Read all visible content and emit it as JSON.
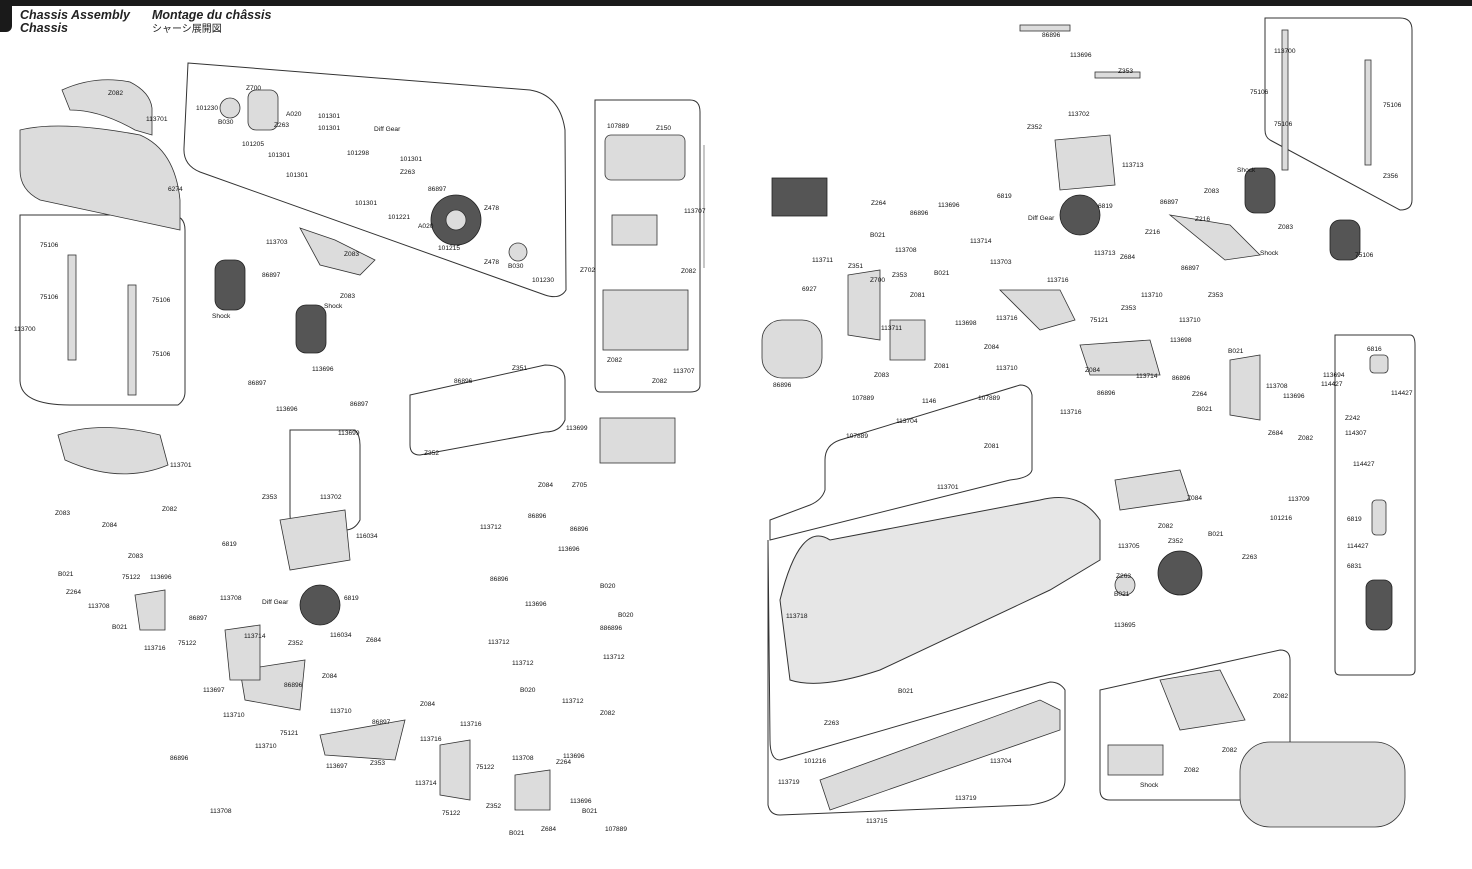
{
  "header": {
    "title_en": "Chassis Assembly",
    "title_en2": "Chassis",
    "title_fr": "Montage du châssis",
    "title_jp": "シャーシ展開図"
  },
  "labels": [
    {
      "id": "l1",
      "text": "Z082"
    },
    {
      "id": "l2",
      "text": "113701"
    },
    {
      "id": "l3",
      "text": "6274"
    },
    {
      "id": "l4",
      "text": "75106"
    },
    {
      "id": "l5",
      "text": "75106"
    },
    {
      "id": "l6",
      "text": "75106"
    },
    {
      "id": "l7",
      "text": "75106"
    },
    {
      "id": "l8",
      "text": "113700"
    },
    {
      "id": "l9",
      "text": "113701"
    },
    {
      "id": "l10",
      "text": "Z083"
    },
    {
      "id": "l11",
      "text": "Z082"
    },
    {
      "id": "l12",
      "text": "Z084"
    },
    {
      "id": "l13",
      "text": "Z083"
    },
    {
      "id": "l14",
      "text": "101230"
    },
    {
      "id": "l15",
      "text": "B030"
    },
    {
      "id": "l16",
      "text": "Z700"
    },
    {
      "id": "l17",
      "text": "101205"
    },
    {
      "id": "l18",
      "text": "A020"
    },
    {
      "id": "l19",
      "text": "Z263"
    },
    {
      "id": "l20",
      "text": "101301"
    },
    {
      "id": "l21",
      "text": "101301"
    },
    {
      "id": "l22",
      "text": "Diff Gear"
    },
    {
      "id": "l23",
      "text": "101298"
    },
    {
      "id": "l24",
      "text": "101301"
    },
    {
      "id": "l25",
      "text": "101301"
    },
    {
      "id": "l26",
      "text": "Z263"
    },
    {
      "id": "l27",
      "text": "101301"
    },
    {
      "id": "l28",
      "text": "101221"
    },
    {
      "id": "l29",
      "text": "A020"
    },
    {
      "id": "l30",
      "text": "101215"
    },
    {
      "id": "l31",
      "text": "Z478"
    },
    {
      "id": "l32",
      "text": "Z478"
    },
    {
      "id": "l33",
      "text": "B030"
    },
    {
      "id": "l34",
      "text": "101230"
    },
    {
      "id": "l35",
      "text": "101301"
    },
    {
      "id": "l36",
      "text": "86897"
    },
    {
      "id": "l37",
      "text": "113703"
    },
    {
      "id": "l38",
      "text": "Z083"
    },
    {
      "id": "l39",
      "text": "86897"
    },
    {
      "id": "l40",
      "text": "Z083"
    },
    {
      "id": "l41",
      "text": "Shock"
    },
    {
      "id": "l42",
      "text": "Shock"
    },
    {
      "id": "l43",
      "text": "113696"
    },
    {
      "id": "l44",
      "text": "86897"
    },
    {
      "id": "l45",
      "text": "113696"
    },
    {
      "id": "l46",
      "text": "86897"
    },
    {
      "id": "l47",
      "text": "113699"
    },
    {
      "id": "l48",
      "text": "86896"
    },
    {
      "id": "l49",
      "text": "Z351"
    },
    {
      "id": "l50",
      "text": "Z352"
    },
    {
      "id": "l51",
      "text": "Z353"
    },
    {
      "id": "l52",
      "text": "113702"
    },
    {
      "id": "l53",
      "text": "116034"
    },
    {
      "id": "l54",
      "text": "6819"
    },
    {
      "id": "l55",
      "text": "Diff Gear"
    },
    {
      "id": "l56",
      "text": "6819"
    },
    {
      "id": "l57",
      "text": "116034"
    },
    {
      "id": "l58",
      "text": "Z684"
    },
    {
      "id": "l59",
      "text": "B021"
    },
    {
      "id": "l60",
      "text": "75122"
    },
    {
      "id": "l61",
      "text": "113696"
    },
    {
      "id": "l62",
      "text": "Z264"
    },
    {
      "id": "l63",
      "text": "113708"
    },
    {
      "id": "l64",
      "text": "B021"
    },
    {
      "id": "l65",
      "text": "86897"
    },
    {
      "id": "l66",
      "text": "113708"
    },
    {
      "id": "l67",
      "text": "113714"
    },
    {
      "id": "l68",
      "text": "75122"
    },
    {
      "id": "l69",
      "text": "113716"
    },
    {
      "id": "l70",
      "text": "Z352"
    },
    {
      "id": "l71",
      "text": "113697"
    },
    {
      "id": "l72",
      "text": "86896"
    },
    {
      "id": "l73",
      "text": "113710"
    },
    {
      "id": "l74",
      "text": "Z084"
    },
    {
      "id": "l75",
      "text": "113710"
    },
    {
      "id": "l76",
      "text": "Z084"
    },
    {
      "id": "l77",
      "text": "86897"
    },
    {
      "id": "l78",
      "text": "113716"
    },
    {
      "id": "l79",
      "text": "113716"
    },
    {
      "id": "l80",
      "text": "75121"
    },
    {
      "id": "l81",
      "text": "113710"
    },
    {
      "id": "l82",
      "text": "86896"
    },
    {
      "id": "l83",
      "text": "113697"
    },
    {
      "id": "l84",
      "text": "Z353"
    },
    {
      "id": "l85",
      "text": "113708"
    },
    {
      "id": "l86",
      "text": "113714"
    },
    {
      "id": "l87",
      "text": "75122"
    },
    {
      "id": "l88",
      "text": "113708"
    },
    {
      "id": "l89",
      "text": "Z264"
    },
    {
      "id": "l90",
      "text": "113696"
    },
    {
      "id": "l91",
      "text": "B021"
    },
    {
      "id": "l92",
      "text": "Z352"
    },
    {
      "id": "l93",
      "text": "75122"
    },
    {
      "id": "l94",
      "text": "B021"
    },
    {
      "id": "l95",
      "text": "Z684"
    },
    {
      "id": "l96",
      "text": "107889"
    },
    {
      "id": "l97",
      "text": "107889"
    },
    {
      "id": "l98",
      "text": "Z150"
    },
    {
      "id": "l99",
      "text": "113707"
    },
    {
      "id": "l100",
      "text": "Z702"
    },
    {
      "id": "l101",
      "text": "Z082"
    },
    {
      "id": "l102",
      "text": "Z082"
    },
    {
      "id": "l103",
      "text": "Z082"
    },
    {
      "id": "l104",
      "text": "113707"
    },
    {
      "id": "l105",
      "text": "113699"
    },
    {
      "id": "l106",
      "text": "Z084"
    },
    {
      "id": "l107",
      "text": "Z705"
    },
    {
      "id": "l108",
      "text": "86896"
    },
    {
      "id": "l109",
      "text": "86896"
    },
    {
      "id": "l110",
      "text": "113712"
    },
    {
      "id": "l111",
      "text": "113696"
    },
    {
      "id": "l112",
      "text": "86896"
    },
    {
      "id": "l113",
      "text": "B020"
    },
    {
      "id": "l114",
      "text": "113696"
    },
    {
      "id": "l115",
      "text": "B020"
    },
    {
      "id": "l116",
      "text": "886896"
    },
    {
      "id": "l117",
      "text": "113712"
    },
    {
      "id": "l118",
      "text": "113712"
    },
    {
      "id": "l119",
      "text": "113712"
    },
    {
      "id": "l120",
      "text": "B020"
    },
    {
      "id": "l121",
      "text": "113712"
    },
    {
      "id": "l122",
      "text": "Z082"
    },
    {
      "id": "l123",
      "text": "113696"
    },
    {
      "id": "l124",
      "text": "86896"
    },
    {
      "id": "l125",
      "text": "113696"
    },
    {
      "id": "l126",
      "text": "Z353"
    },
    {
      "id": "l127",
      "text": "Z352"
    },
    {
      "id": "l128",
      "text": "113702"
    },
    {
      "id": "l129",
      "text": "113713"
    },
    {
      "id": "l130",
      "text": "6819"
    },
    {
      "id": "l131",
      "text": "Diff Gear"
    },
    {
      "id": "l132",
      "text": "6819"
    },
    {
      "id": "l133",
      "text": "113713"
    },
    {
      "id": "l134",
      "text": "Z684"
    },
    {
      "id": "l135",
      "text": "Z264"
    },
    {
      "id": "l136",
      "text": "86896"
    },
    {
      "id": "l137",
      "text": "113696"
    },
    {
      "id": "l138",
      "text": "B021"
    },
    {
      "id": "l139",
      "text": "113708"
    },
    {
      "id": "l140",
      "text": "B021"
    },
    {
      "id": "l141",
      "text": "113714"
    },
    {
      "id": "l142",
      "text": "113703"
    },
    {
      "id": "l143",
      "text": "86897"
    },
    {
      "id": "l144",
      "text": "Z083"
    },
    {
      "id": "l145",
      "text": "Z216"
    },
    {
      "id": "l146",
      "text": "Z216"
    },
    {
      "id": "l147",
      "text": "86897"
    },
    {
      "id": "l148",
      "text": "Z083"
    },
    {
      "id": "l149",
      "text": "Shock"
    },
    {
      "id": "l150",
      "text": "Shock"
    },
    {
      "id": "l151",
      "text": "75106"
    },
    {
      "id": "l152",
      "text": "113700"
    },
    {
      "id": "l153",
      "text": "75106"
    },
    {
      "id": "l154",
      "text": "75106"
    },
    {
      "id": "l155",
      "text": "75106"
    },
    {
      "id": "l156",
      "text": "Z356"
    },
    {
      "id": "l157",
      "text": "113711"
    },
    {
      "id": "l158",
      "text": "Z351"
    },
    {
      "id": "l159",
      "text": "Z700"
    },
    {
      "id": "l160",
      "text": "Z353"
    },
    {
      "id": "l161",
      "text": "6927"
    },
    {
      "id": "l162",
      "text": "Z081"
    },
    {
      "id": "l163",
      "text": "113711"
    },
    {
      "id": "l164",
      "text": "Z081"
    },
    {
      "id": "l165",
      "text": "Z083"
    },
    {
      "id": "l166",
      "text": "1146"
    },
    {
      "id": "l167",
      "text": "86896"
    },
    {
      "id": "l168",
      "text": "113716"
    },
    {
      "id": "l169",
      "text": "113698"
    },
    {
      "id": "l170",
      "text": "113716"
    },
    {
      "id": "l171",
      "text": "75121"
    },
    {
      "id": "l172",
      "text": "Z353"
    },
    {
      "id": "l173",
      "text": "113710"
    },
    {
      "id": "l174",
      "text": "Z353"
    },
    {
      "id": "l175",
      "text": "113710"
    },
    {
      "id": "l176",
      "text": "Z084"
    },
    {
      "id": "l177",
      "text": "113710"
    },
    {
      "id": "l178",
      "text": "Z084"
    },
    {
      "id": "l179",
      "text": "113716"
    },
    {
      "id": "l180",
      "text": "86896"
    },
    {
      "id": "l181",
      "text": "113698"
    },
    {
      "id": "l182",
      "text": "113714"
    },
    {
      "id": "l183",
      "text": "86896"
    },
    {
      "id": "l184",
      "text": "B021"
    },
    {
      "id": "l185",
      "text": "113708"
    },
    {
      "id": "l186",
      "text": "B021"
    },
    {
      "id": "l187",
      "text": "Z264"
    },
    {
      "id": "l188",
      "text": "113696"
    },
    {
      "id": "l189",
      "text": "Z684"
    },
    {
      "id": "l190",
      "text": "Z082"
    },
    {
      "id": "l191",
      "text": "107889"
    },
    {
      "id": "l192",
      "text": "107889"
    },
    {
      "id": "l193",
      "text": "107889"
    },
    {
      "id": "l194",
      "text": "Z081"
    },
    {
      "id": "l195",
      "text": "113704"
    },
    {
      "id": "l196",
      "text": "113701"
    },
    {
      "id": "l197",
      "text": "Z084"
    },
    {
      "id": "l198",
      "text": "Z082"
    },
    {
      "id": "l199",
      "text": "113705"
    },
    {
      "id": "l200",
      "text": "Z352"
    },
    {
      "id": "l201",
      "text": "B021"
    },
    {
      "id": "l202",
      "text": "Z263"
    },
    {
      "id": "l203",
      "text": "101216"
    },
    {
      "id": "l204",
      "text": "113709"
    },
    {
      "id": "l205",
      "text": "Z263"
    },
    {
      "id": "l206",
      "text": "B021"
    },
    {
      "id": "l207",
      "text": "113695"
    },
    {
      "id": "l208",
      "text": "113718"
    },
    {
      "id": "l209",
      "text": "B021"
    },
    {
      "id": "l210",
      "text": "Z263"
    },
    {
      "id": "l211",
      "text": "101216"
    },
    {
      "id": "l212",
      "text": "113719"
    },
    {
      "id": "l213",
      "text": "113704"
    },
    {
      "id": "l214",
      "text": "113719"
    },
    {
      "id": "l215",
      "text": "113715"
    },
    {
      "id": "l216",
      "text": "Z082"
    },
    {
      "id": "l217",
      "text": "Z082"
    },
    {
      "id": "l218",
      "text": "Z082"
    },
    {
      "id": "l219",
      "text": "Shock"
    },
    {
      "id": "l220",
      "text": "113694"
    },
    {
      "id": "l221",
      "text": "114427"
    },
    {
      "id": "l222",
      "text": "6816"
    },
    {
      "id": "l223",
      "text": "114427"
    },
    {
      "id": "l224",
      "text": "Z242"
    },
    {
      "id": "l225",
      "text": "114307"
    },
    {
      "id": "l226",
      "text": "114427"
    },
    {
      "id": "l227",
      "text": "6819"
    },
    {
      "id": "l228",
      "text": "114427"
    },
    {
      "id": "l229",
      "text": "6831"
    }
  ]
}
